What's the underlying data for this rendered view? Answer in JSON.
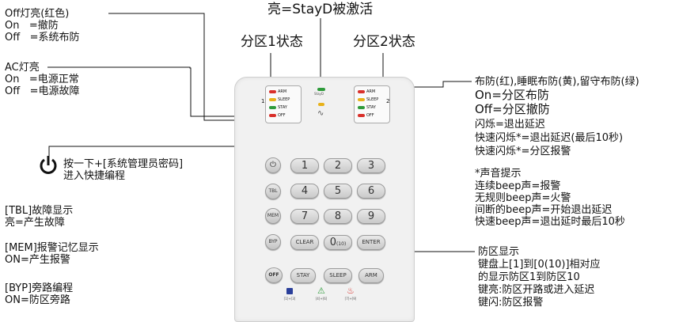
{
  "top_label": "亮=StayD被激活",
  "zone1_label": "分区1状态",
  "zone2_label": "分区2状态",
  "off_led": [
    "Off灯亮(红色)",
    "On   =撤防",
    "Off   =系统布防"
  ],
  "ac_led": [
    "AC灯亮",
    "On   =电源正常",
    "Off   =电源故障"
  ],
  "power_hint": [
    "按一下+[系统管理员密码]",
    "进入快捷编程"
  ],
  "tbl": [
    "[TBL]故障显示",
    "亮=产生故障"
  ],
  "mem": [
    "[MEM]报警记忆显示",
    "ON=产生报警"
  ],
  "byp": [
    "[BYP]旁路编程",
    "ON=防区旁路"
  ],
  "arm_status": {
    "line1": "布防(红),睡眠布防(黄),留守布防(绿)",
    "on": "On=分区布防",
    "off": "Off=分区撤防",
    "lines": [
      "闪烁=退出延迟",
      "快速闪烁*=退出延迟(最后10秒)",
      "快速闪烁*=分区报警"
    ]
  },
  "sound": [
    "*声音提示",
    "连续beep声=报警",
    "无规则beep声=火警",
    "间断的beep声=开始退出延迟",
    "快速beep声=退出延时最后10秒"
  ],
  "zone_display": [
    "防区显示",
    "键盘上[1]到[0(10)]相对应",
    "的显示防区1到防区10",
    "键亮:防区开路或进入延迟",
    "键闪:防区报警"
  ],
  "keypad": {
    "led_labels": [
      "ARM",
      "SLEEP",
      "STAY",
      "OFF"
    ],
    "center_led_text": "StayD",
    "panel1_num": "1",
    "panel2_num": "2",
    "number_keys": [
      "1",
      "2",
      "3",
      "4",
      "5",
      "6",
      "7",
      "8",
      "9"
    ],
    "zero_key": "0",
    "zero_sub": "(10)",
    "side_keys": [
      "TBL",
      "MEM",
      "BYP"
    ],
    "clear": "CLEAR",
    "enter": "ENTER",
    "off": "OFF",
    "stay": "STAY",
    "sleep": "SLEEP",
    "arm": "ARM",
    "panic": [
      "[1]+[3]",
      "[4]+[6]",
      "[7]+[9]"
    ]
  },
  "colors": {
    "red": "#d9302b",
    "yellow": "#e8b21a",
    "green": "#2e9b3a",
    "panic_blue": "#2a3f9a"
  }
}
